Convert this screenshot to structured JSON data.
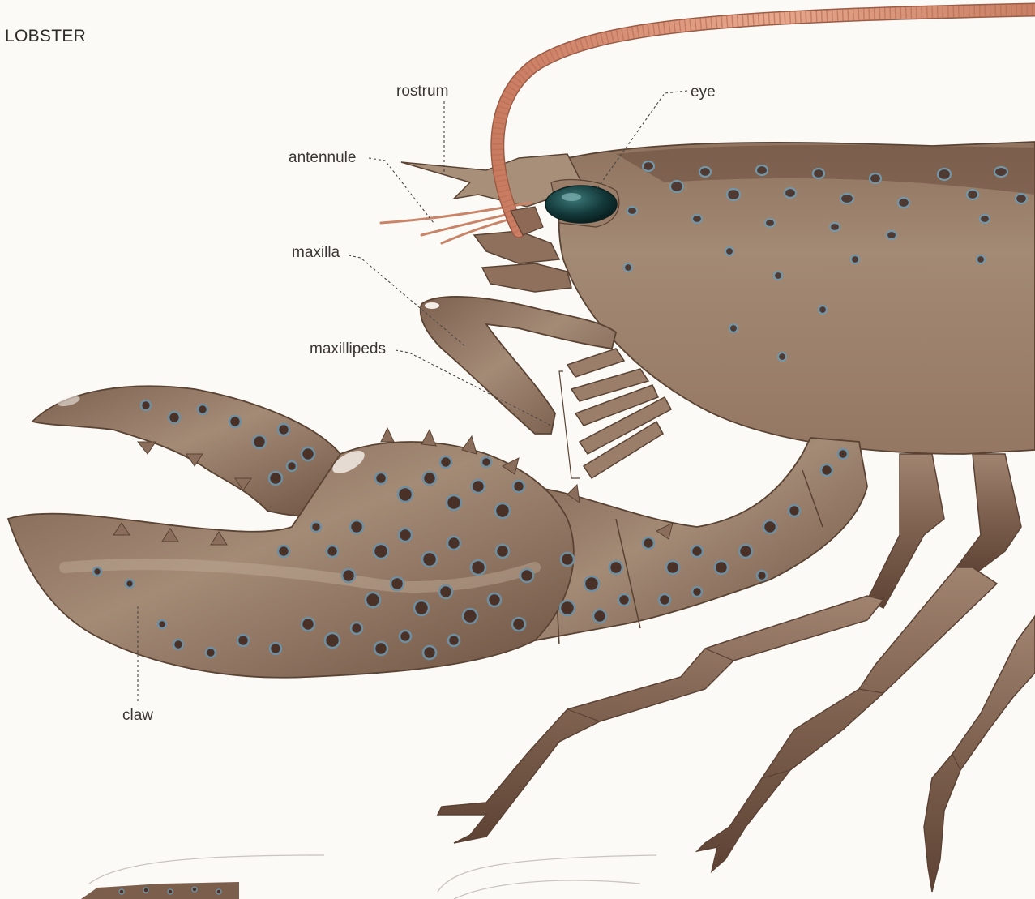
{
  "title": "LOBSTER",
  "labels": {
    "rostrum": "rostrum",
    "eye": "eye",
    "antennule": "antennule",
    "maxilla": "maxilla",
    "maxillipeds": "maxillipeds",
    "claw": "claw"
  },
  "colors": {
    "shell": "#9a7f68",
    "shell_dark": "#6b4f3e",
    "spot_blue": "#6f8fa0",
    "spot_dark": "#4a3128",
    "antenna": "#d9957a",
    "eye": "#1f4a4a",
    "background": "#fbfaf7"
  }
}
